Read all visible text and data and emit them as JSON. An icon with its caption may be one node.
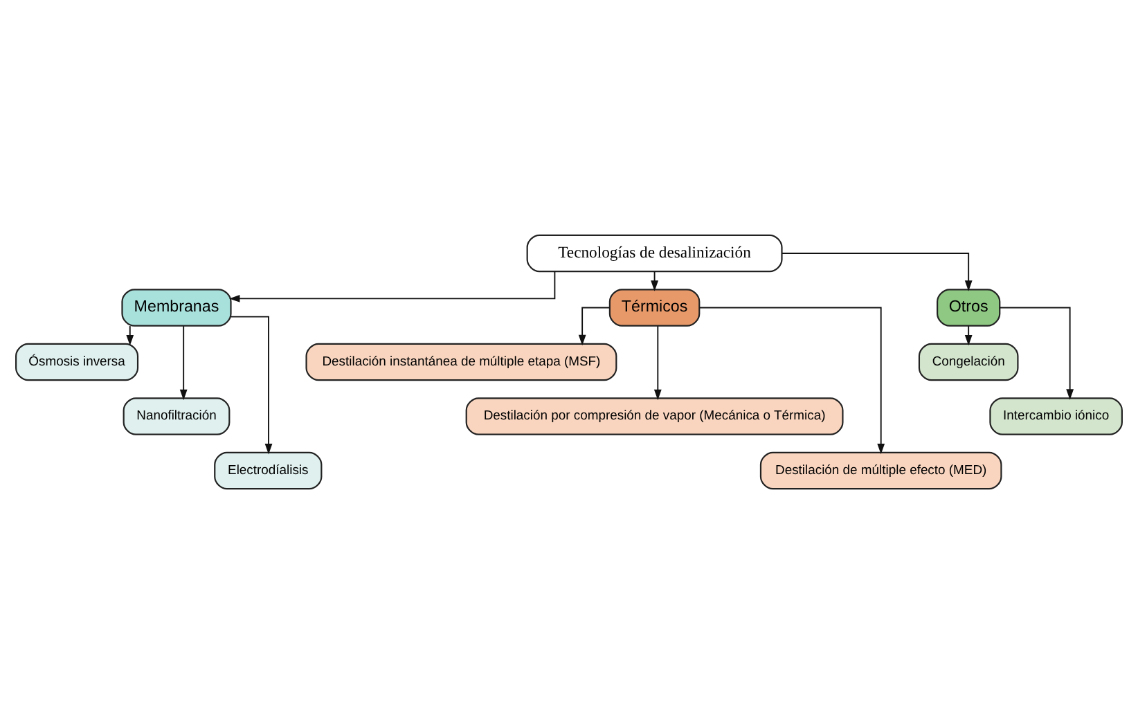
{
  "diagram": {
    "nodes": [
      {
        "text": [
          "Tecnologías de desalinización"
        ]
      },
      {
        "text": [
          "Membranas"
        ]
      },
      {
        "text": [
          "Térmicos"
        ]
      },
      {
        "text": [
          "Otros"
        ]
      },
      {
        "text": [
          "Ósmosis inversa"
        ]
      },
      {
        "text": [
          "Nanofiltración"
        ]
      },
      {
        "text": [
          "Electrodíalisis"
        ]
      },
      {
        "text": [
          "Destilación instantánea de múltiple etapa (MSF)"
        ]
      },
      {
        "text": [
          "Destilación por compresión de vapor (Mecánica o Térmica)"
        ]
      },
      {
        "text": [
          "Destilación de múltiple efecto (MED)"
        ]
      },
      {
        "text": [
          "Congelación"
        ]
      },
      {
        "text": [
          "Intercambio iónico"
        ]
      }
    ],
    "edges": [
      {
        "from": 0,
        "to": 1,
        "arrow": "to"
      },
      {
        "from": 0,
        "to": 2,
        "arrow": "to"
      },
      {
        "from": 0,
        "to": 3,
        "arrow": "to"
      },
      {
        "from": 1,
        "to": 4,
        "arrow": "to"
      },
      {
        "from": 1,
        "to": 5,
        "arrow": "to"
      },
      {
        "from": 1,
        "to": 6,
        "arrow": "to"
      },
      {
        "from": 2,
        "to": 7,
        "arrow": "to"
      },
      {
        "from": 2,
        "to": 8,
        "arrow": "to"
      },
      {
        "from": 2,
        "to": 9,
        "arrow": "to"
      },
      {
        "from": 3,
        "to": 10,
        "arrow": "to"
      },
      {
        "from": 3,
        "to": 11,
        "arrow": "to"
      }
    ]
  }
}
